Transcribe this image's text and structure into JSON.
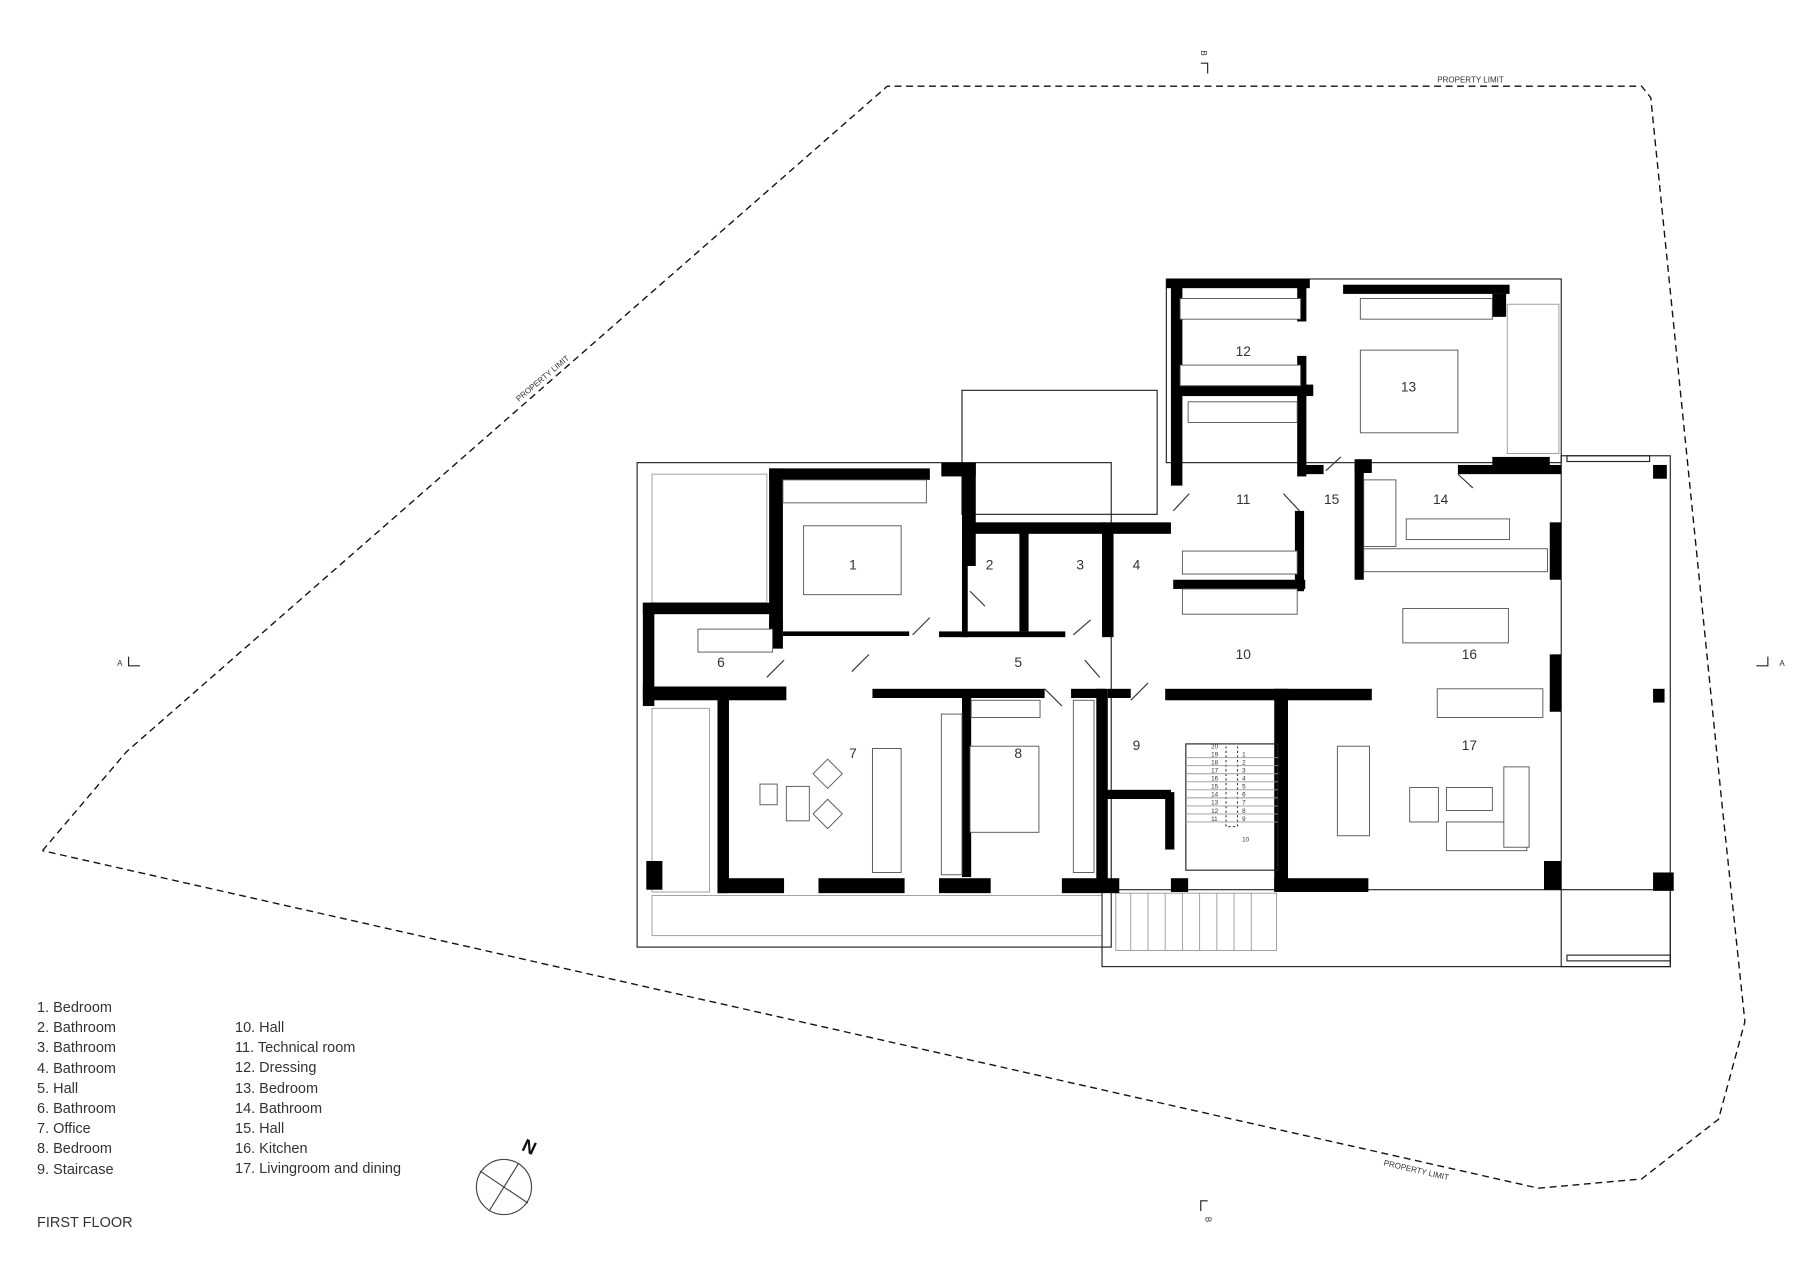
{
  "plan_title": "FIRST FLOOR",
  "property_limit_label": "PROPERTY LIMIT",
  "section_markers": {
    "a": "A",
    "b": "B"
  },
  "north_label": "N",
  "rooms": [
    {
      "num": "1",
      "name": "Bedroom"
    },
    {
      "num": "2",
      "name": "Bathroom"
    },
    {
      "num": "3",
      "name": "Bathroom"
    },
    {
      "num": "4",
      "name": "Bathroom"
    },
    {
      "num": "5",
      "name": "Hall"
    },
    {
      "num": "6",
      "name": "Bathroom"
    },
    {
      "num": "7",
      "name": "Office"
    },
    {
      "num": "8",
      "name": "Bedroom"
    },
    {
      "num": "9",
      "name": "Staircase"
    },
    {
      "num": "10",
      "name": "Hall"
    },
    {
      "num": "11",
      "name": "Technical room"
    },
    {
      "num": "12",
      "name": "Dressing"
    },
    {
      "num": "13",
      "name": "Bedroom"
    },
    {
      "num": "14",
      "name": "Bathroom"
    },
    {
      "num": "15",
      "name": "Hall"
    },
    {
      "num": "16",
      "name": "Kitchen"
    },
    {
      "num": "17",
      "name": "Livingroom and dining"
    }
  ],
  "legend_col1": [
    "1. Bedroom",
    "2. Bathroom",
    "3. Bathroom",
    "4. Bathroom",
    "5. Hall",
    "6. Bathroom",
    "7. Office",
    "8. Bedroom",
    "9. Staircase"
  ],
  "legend_col2": [
    "10. Hall",
    "11. Technical room",
    "12. Dressing",
    "13. Bedroom",
    "14. Bathroom",
    "15. Hall",
    "16. Kitchen",
    "17. Livingroom and dining"
  ],
  "stair_steps_left": [
    "20",
    "19",
    "18",
    "17",
    "16",
    "15",
    "14",
    "13",
    "12",
    "11"
  ],
  "stair_steps_right": [
    "1",
    "2",
    "3",
    "4",
    "5",
    "6",
    "7",
    "8",
    "9",
    "10"
  ]
}
